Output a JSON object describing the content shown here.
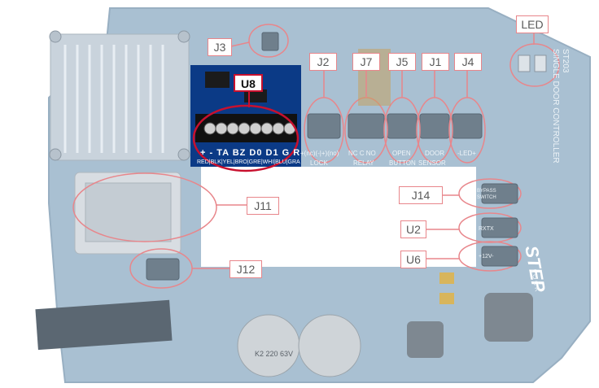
{
  "labels": {
    "led": "LED",
    "j3": "J3",
    "u8": "U8",
    "j2": "J2",
    "j7": "J7",
    "j5": "J5",
    "j1": "J1",
    "j4": "J4",
    "j14": "J14",
    "j11": "J11",
    "u2": "U2",
    "u6": "U6",
    "j12": "J12"
  },
  "silkscreen": {
    "model": "ST203",
    "product": "SINGLE DOOR CONTROLLER",
    "u8_pins_top": "+ -  TA BZ D0 D1 G R",
    "u8_pins_bottom": "RED|BLK|YEL|BRO|GRE|WHI|BLU|GRA",
    "lock_pins": "+(nc)(-|+)(no)",
    "lock": "LOCK",
    "relay_pins": "NC  C  NO",
    "relay": "RELAY",
    "open": "OPEN",
    "button": "BUTTON",
    "door": "DOOR",
    "sensor": "SENSOR",
    "led_pins": "-LED+",
    "bypass": "BYPASS",
    "switch": "SWITCH",
    "rxtx": "RXTX",
    "v12": "+12V-",
    "brand": "STEP",
    "brand_sub": "LOCK",
    "cap_text": "K2 220 63V"
  },
  "colors": {
    "board": "#a8bfd1",
    "board_edge": "#9bb3c6",
    "highlight_board": "#0b3a86",
    "terminal": "#1a1a1a",
    "callout": "#e8868b",
    "u8_callout": "#c8102e"
  }
}
